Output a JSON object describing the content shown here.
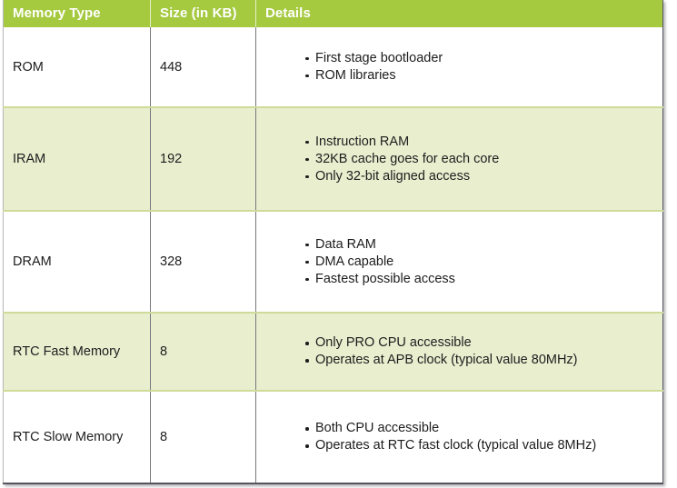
{
  "table": {
    "columns": [
      {
        "key": "memory_type",
        "label": "Memory Type"
      },
      {
        "key": "size",
        "label": "Size (in KB)"
      },
      {
        "key": "details",
        "label": "Details"
      }
    ],
    "header_bg": "#a5c93f",
    "header_text_color": "#ffffff",
    "row_tint_bg": "#e9eecf",
    "row_white_bg": "#ffffff",
    "divider_color": "#cfdc99",
    "rows": [
      {
        "memory_type": "ROM",
        "size": "448",
        "details": [
          "First stage bootloader",
          "ROM libraries"
        ]
      },
      {
        "memory_type": "IRAM",
        "size": "192",
        "details": [
          "Instruction RAM",
          "32KB cache goes for each core",
          "Only 32-bit aligned access"
        ]
      },
      {
        "memory_type": "DRAM",
        "size": "328",
        "details": [
          "Data RAM",
          "DMA capable",
          "Fastest possible access"
        ]
      },
      {
        "memory_type": "RTC Fast Memory",
        "size": "8",
        "details": [
          "Only PRO CPU accessible",
          "Operates at APB clock (typical value 80MHz)"
        ]
      },
      {
        "memory_type": "RTC Slow Memory",
        "size": "8",
        "details": [
          "Both CPU accessible",
          "Operates at RTC fast clock (typical value 8MHz)"
        ]
      }
    ]
  }
}
